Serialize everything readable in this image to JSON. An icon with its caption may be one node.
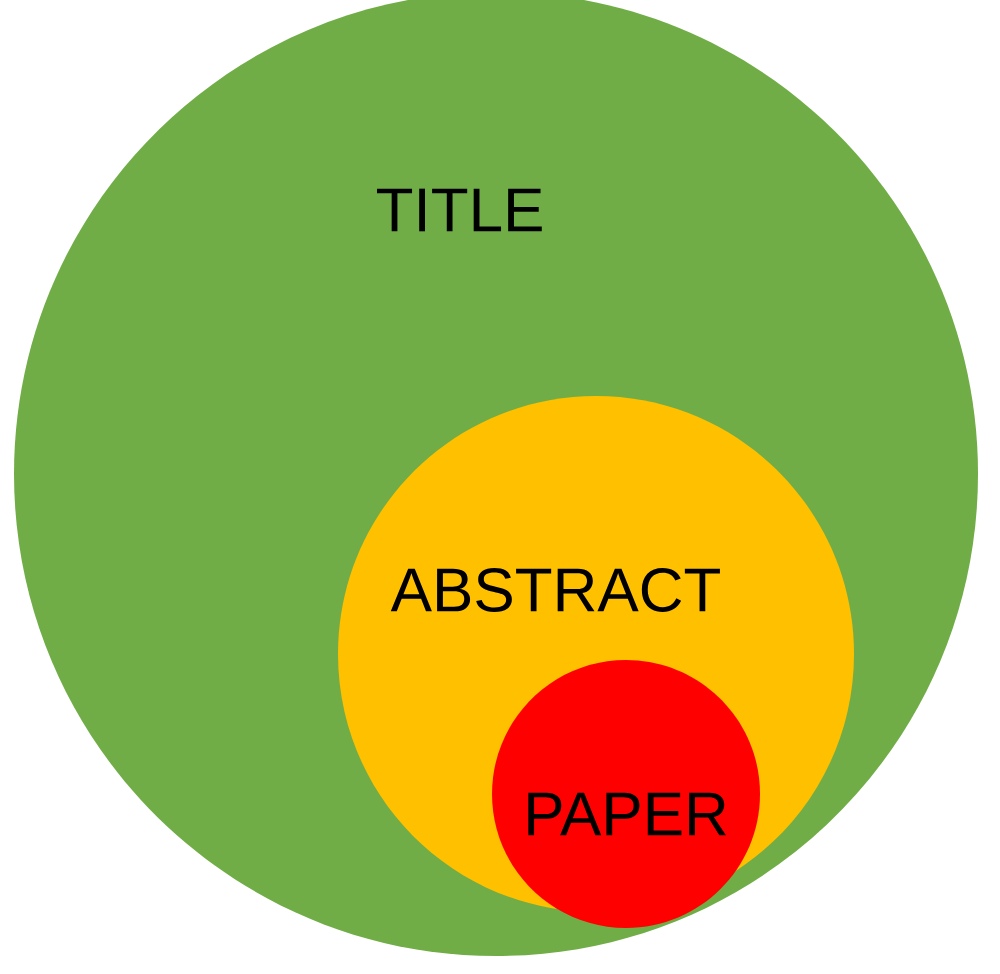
{
  "diagram": {
    "nodes": [
      {
        "text": [
          "TITLE"
        ]
      },
      {
        "text": [
          "ABSTRACT"
        ],
        "in": 0
      },
      {
        "text": [
          "PAPER"
        ],
        "in": 1
      }
    ]
  }
}
